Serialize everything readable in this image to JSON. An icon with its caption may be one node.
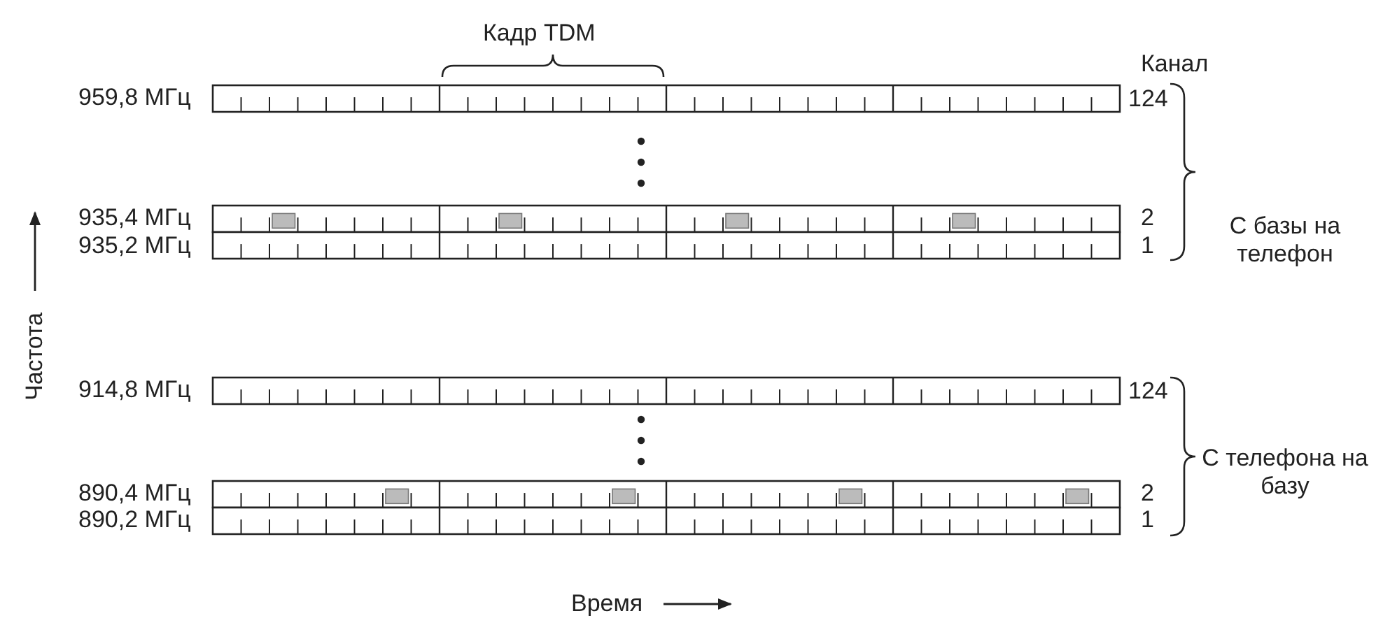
{
  "diagram": {
    "labels": [
      "Кадр TDM",
      "Канал",
      "959,8 МГц",
      "124",
      "935,4 МГц",
      "2",
      "935,2 МГц",
      "1",
      "С базы на телефон",
      "Частота",
      "914,8 МГц",
      "124",
      "890,4 МГц",
      "2",
      "890,2 МГц",
      "1",
      "С телефона на базу",
      "Время"
    ]
  }
}
